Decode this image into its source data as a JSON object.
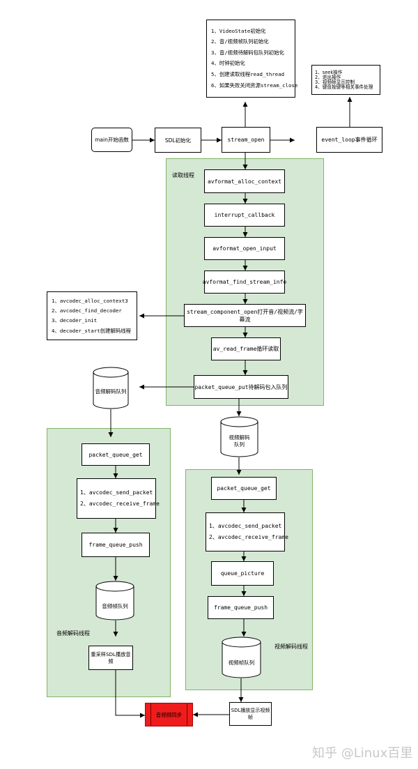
{
  "top_init_list": [
    "1、VideoState初始化",
    "2、音/视频帧队列初始化",
    "3、音/视频待解码包队列初始化",
    "4、时钟初始化",
    "5、创建读取线程read_thread",
    "6、如果失败关闭资源stream_close"
  ],
  "event_list": [
    "1、seek操作",
    "2、退出操作",
    "3、视频帧显示控制",
    "4、键盘按键等相关事件处理"
  ],
  "main_flow": {
    "main": "main开始函数",
    "sdl_init": "SDL初始化",
    "stream_open": "stream_open",
    "event_loop": "event_loop事件循环"
  },
  "read_thread": {
    "label": "读取线程",
    "steps": [
      "avformat_alloc_context",
      "interrupt_callback",
      "avformat_open_input",
      "avformat_find_stream_info",
      "stream_component_open打开音/视频流/字幕流",
      "av_read_frame循环读取",
      "packet_queue_put待解码包入队列"
    ]
  },
  "decoder_list": [
    "1、avcodec_alloc_context3",
    "2、avcodec_find_decoder",
    "3、decoder_init",
    "4、decoder_start创建解码线程"
  ],
  "audio": {
    "packet_queue": "音频解码队列",
    "thread_label": "音频解码线程",
    "get": "packet_queue_get",
    "send_receive": [
      "1、avcodec_send_packet",
      "2、avcodec_receive_frame"
    ],
    "push": "frame_queue_push",
    "frame_queue": "音频帧队列",
    "play": "重采样SDL播放音频"
  },
  "video": {
    "packet_queue_1": "视频解码",
    "packet_queue_2": "队列",
    "thread_label": "视频解码线程",
    "get": "packet_queue_get",
    "send_receive": [
      "1、avcodec_send_packet",
      "2、avcodec_receive_frame"
    ],
    "picture": "queue_picture",
    "push": "frame_queue_push",
    "frame_queue": "视频帧队列",
    "display": "SDL播放显示视频帧"
  },
  "sync": "音视频同步",
  "colors": {
    "group_fill": "#d5e8d4",
    "group_border": "#82b366",
    "sync_fill": "#f01c1c"
  },
  "watermark": "知乎 @Linux百里"
}
